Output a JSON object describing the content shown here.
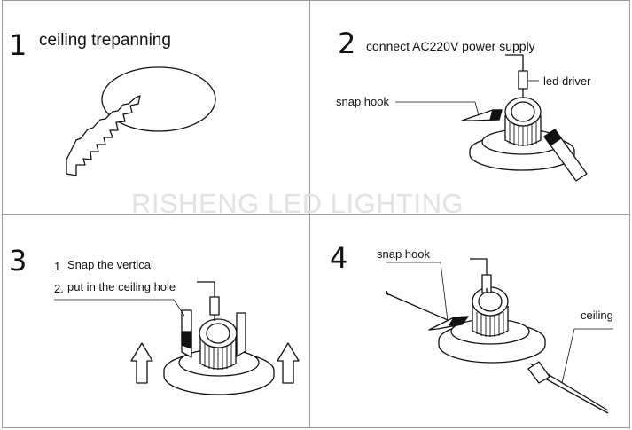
{
  "watermark": "RISHENG LED LIGHTING",
  "panels": [
    {
      "number": "1",
      "title": "ceiling trepanning"
    },
    {
      "number": "2",
      "title": "connect AC220V power supply",
      "labels": {
        "driver": "led driver",
        "hook": "snap hook"
      }
    },
    {
      "number": "3",
      "items": [
        {
          "index": "1",
          "text": "Snap the vertical"
        },
        {
          "index": "2.",
          "text": "put in the ceiling hole"
        }
      ]
    },
    {
      "number": "4",
      "labels": {
        "hook": "snap hook",
        "ceiling": "ceiling"
      }
    }
  ],
  "colors": {
    "line": "#111111",
    "grid": "#9a9a9a",
    "watermark": "#e2e2e2"
  }
}
